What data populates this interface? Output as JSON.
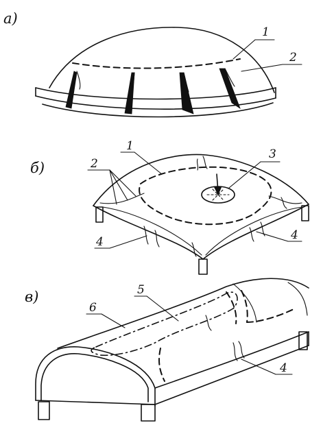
{
  "figure_a": {
    "label": "а)",
    "callouts": [
      "1",
      "2"
    ]
  },
  "figure_b": {
    "label": "б)",
    "callouts": [
      "1",
      "2",
      "3",
      "4",
      "4"
    ]
  },
  "figure_c": {
    "label": "в)",
    "callouts": [
      "5",
      "6",
      "4"
    ]
  }
}
